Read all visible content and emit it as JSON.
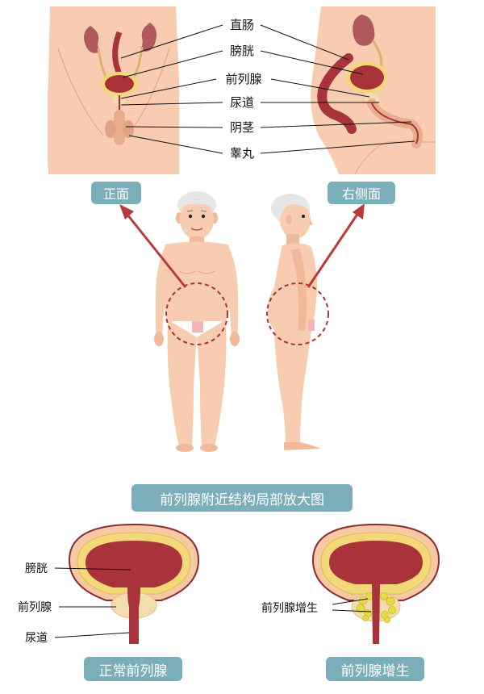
{
  "top_labels": [
    "直肠",
    "膀胱",
    "前列腺",
    "尿道",
    "阴茎",
    "睾丸"
  ],
  "view_front": "正面",
  "view_right": "右侧面",
  "section_title": "前列腺附近结构局部放大图",
  "normal": {
    "caption": "正常前列腺",
    "labels": [
      "膀胱",
      "前列腺",
      "尿道"
    ]
  },
  "hyperplasia": {
    "caption": "前列腺增生",
    "label": "前列腺增生"
  },
  "colors": {
    "skin": "#f7ccb0",
    "skin_shade": "#f0b99a",
    "organ_red": "#a8333a",
    "organ_dark": "#8d2a31",
    "bladder_yellow": "#f2d878",
    "bladder_layer": "#f5c9a4",
    "prostate": "#f3dcae",
    "hyperplasia": "#e9dc42",
    "kidney": "#b05a5e",
    "arrow": "#b83a3a",
    "badge": "#7aaeb8",
    "hair": "#e6e6e6"
  }
}
